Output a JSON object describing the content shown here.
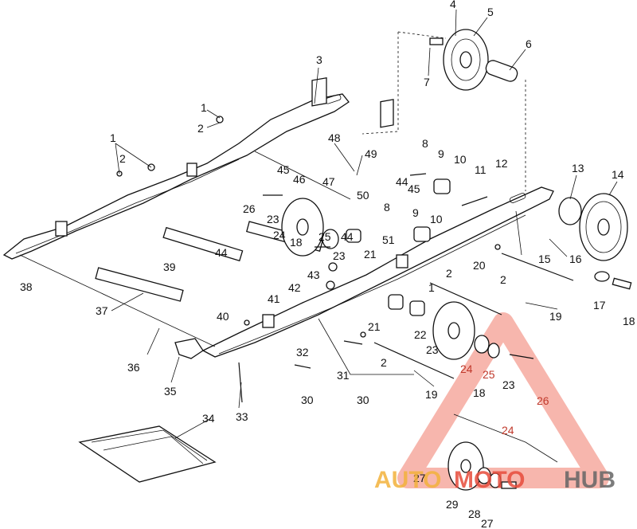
{
  "diagram": {
    "part_numbers": [
      {
        "id": "p4",
        "label": "4"
      },
      {
        "id": "p5",
        "label": "5"
      },
      {
        "id": "p6",
        "label": "6"
      },
      {
        "id": "p7",
        "label": "7"
      },
      {
        "id": "p3",
        "label": "3"
      },
      {
        "id": "p1a",
        "label": "1"
      },
      {
        "id": "p2a",
        "label": "2"
      },
      {
        "id": "p1b",
        "label": "1"
      },
      {
        "id": "p2b",
        "label": "2"
      },
      {
        "id": "p48",
        "label": "48"
      },
      {
        "id": "p49",
        "label": "49"
      },
      {
        "id": "p8",
        "label": "8"
      },
      {
        "id": "p9a",
        "label": "9"
      },
      {
        "id": "p10a",
        "label": "10"
      },
      {
        "id": "p11",
        "label": "11"
      },
      {
        "id": "p12",
        "label": "12"
      },
      {
        "id": "p13",
        "label": "13"
      },
      {
        "id": "p14",
        "label": "14"
      },
      {
        "id": "p45a",
        "label": "45"
      },
      {
        "id": "p46",
        "label": "46"
      },
      {
        "id": "p47",
        "label": "47"
      },
      {
        "id": "p44a",
        "label": "44"
      },
      {
        "id": "p45b",
        "label": "45"
      },
      {
        "id": "p26a",
        "label": "26"
      },
      {
        "id": "p23a",
        "label": "23"
      },
      {
        "id": "p50",
        "label": "50"
      },
      {
        "id": "p8b",
        "label": "8"
      },
      {
        "id": "p9b",
        "label": "9"
      },
      {
        "id": "p10b",
        "label": "10"
      },
      {
        "id": "p24a",
        "label": "24"
      },
      {
        "id": "p25a",
        "label": "25"
      },
      {
        "id": "p44b",
        "label": "44"
      },
      {
        "id": "p51",
        "label": "51"
      },
      {
        "id": "p18a",
        "label": "18"
      },
      {
        "id": "p23b",
        "label": "23"
      },
      {
        "id": "p21a",
        "label": "21"
      },
      {
        "id": "p20",
        "label": "20"
      },
      {
        "id": "p15",
        "label": "15"
      },
      {
        "id": "p16",
        "label": "16"
      },
      {
        "id": "p44c",
        "label": "44"
      },
      {
        "id": "p39",
        "label": "39"
      },
      {
        "id": "p38",
        "label": "38"
      },
      {
        "id": "p43",
        "label": "43"
      },
      {
        "id": "p2c",
        "label": "2"
      },
      {
        "id": "p42",
        "label": "42"
      },
      {
        "id": "p1c",
        "label": "1"
      },
      {
        "id": "p2d",
        "label": "2"
      },
      {
        "id": "p17",
        "label": "17"
      },
      {
        "id": "p18b",
        "label": "18"
      },
      {
        "id": "p37",
        "label": "37"
      },
      {
        "id": "p41",
        "label": "41"
      },
      {
        "id": "p21b",
        "label": "21"
      },
      {
        "id": "p22",
        "label": "22"
      },
      {
        "id": "p19a",
        "label": "19"
      },
      {
        "id": "p40",
        "label": "40"
      },
      {
        "id": "p32",
        "label": "32"
      },
      {
        "id": "p23c",
        "label": "23"
      },
      {
        "id": "p36",
        "label": "36"
      },
      {
        "id": "p31",
        "label": "31"
      },
      {
        "id": "p2e",
        "label": "2"
      },
      {
        "id": "p24b",
        "label": "24"
      },
      {
        "id": "p25b",
        "label": "25"
      },
      {
        "id": "p23d",
        "label": "23"
      },
      {
        "id": "p26b",
        "label": "26"
      },
      {
        "id": "p35",
        "label": "35"
      },
      {
        "id": "p30a",
        "label": "30"
      },
      {
        "id": "p30b",
        "label": "30"
      },
      {
        "id": "p19b",
        "label": "19"
      },
      {
        "id": "p18c",
        "label": "18"
      },
      {
        "id": "p33",
        "label": "33"
      },
      {
        "id": "p34",
        "label": "34"
      },
      {
        "id": "p24c",
        "label": "24"
      },
      {
        "id": "p27a",
        "label": "27"
      },
      {
        "id": "p29",
        "label": "29"
      },
      {
        "id": "p28",
        "label": "28"
      },
      {
        "id": "p27b",
        "label": "27"
      }
    ]
  },
  "watermark": {
    "part1": "AUTO",
    "part2": "MOTO",
    "part3": "HUB",
    "accent": "#e74c3c",
    "secondary": "#f3b23c"
  }
}
